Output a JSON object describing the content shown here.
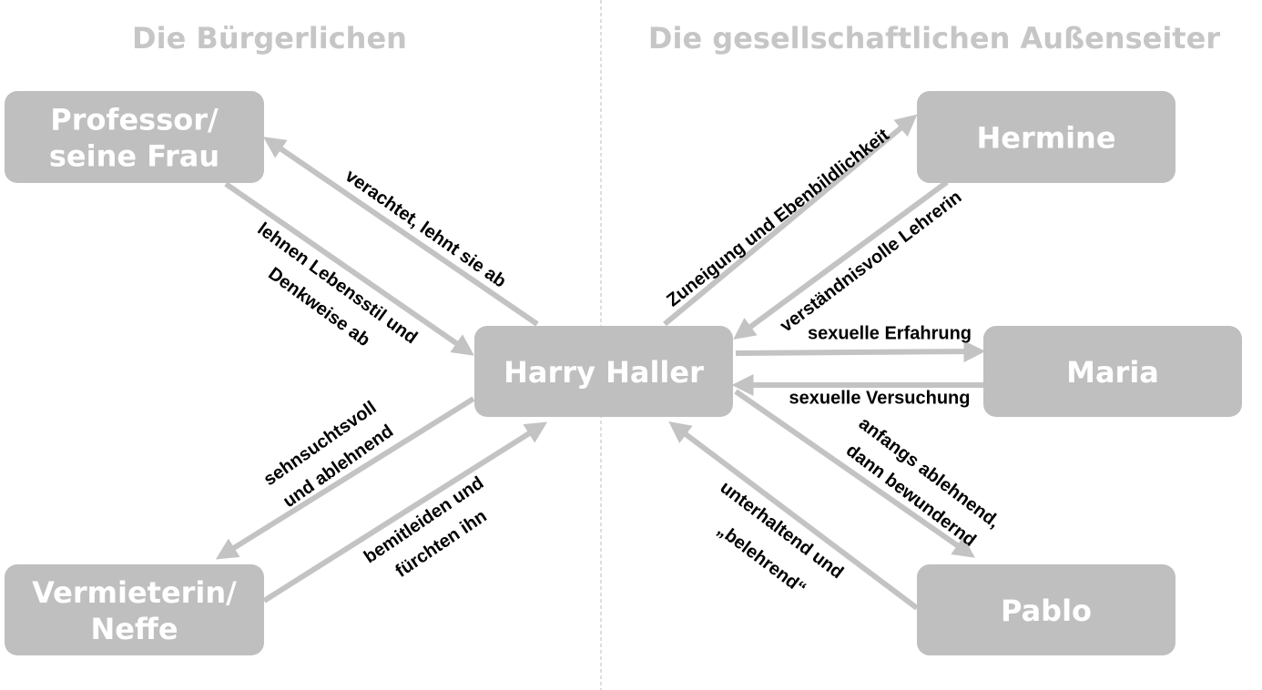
{
  "headings": {
    "left": "Die Bürgerlichen",
    "right": "Die gesellschaftlichen Außenseiter"
  },
  "colors": {
    "box": "#bfbfbf",
    "arrow": "#c3c3c3",
    "heading": "#c6c6c6",
    "divider": "#bdbdbd"
  },
  "nodes": {
    "professor": [
      "Professor/",
      "seine Frau"
    ],
    "vermieterin": [
      "Vermieterin/",
      "Neffe"
    ],
    "harry": [
      "Harry Haller"
    ],
    "hermine": [
      "Hermine"
    ],
    "maria": [
      "Maria"
    ],
    "pablo": [
      "Pablo"
    ]
  },
  "edges": {
    "harry_professor": [
      "verachtet, lehnt sie ab"
    ],
    "professor_harry": [
      "lehnen Lebensstil und",
      "Denkweise ab"
    ],
    "harry_vermieterin": [
      "sehnsuchtsvoll",
      "und ablehnend"
    ],
    "vermieterin_harry": [
      "bemitleiden und",
      "fürchten ihn"
    ],
    "harry_hermine": [
      "Zuneigung und Ebenbildlichkeit"
    ],
    "hermine_harry": [
      "verständnisvolle Lehrerin"
    ],
    "harry_maria": [
      "sexuelle Erfahrung"
    ],
    "maria_harry": [
      "sexuelle Versuchung"
    ],
    "harry_pablo": [
      "anfangs ablehnend,",
      "dann bewundernd"
    ],
    "pablo_harry": [
      "unterhaltend und",
      "„belehrend“"
    ]
  }
}
